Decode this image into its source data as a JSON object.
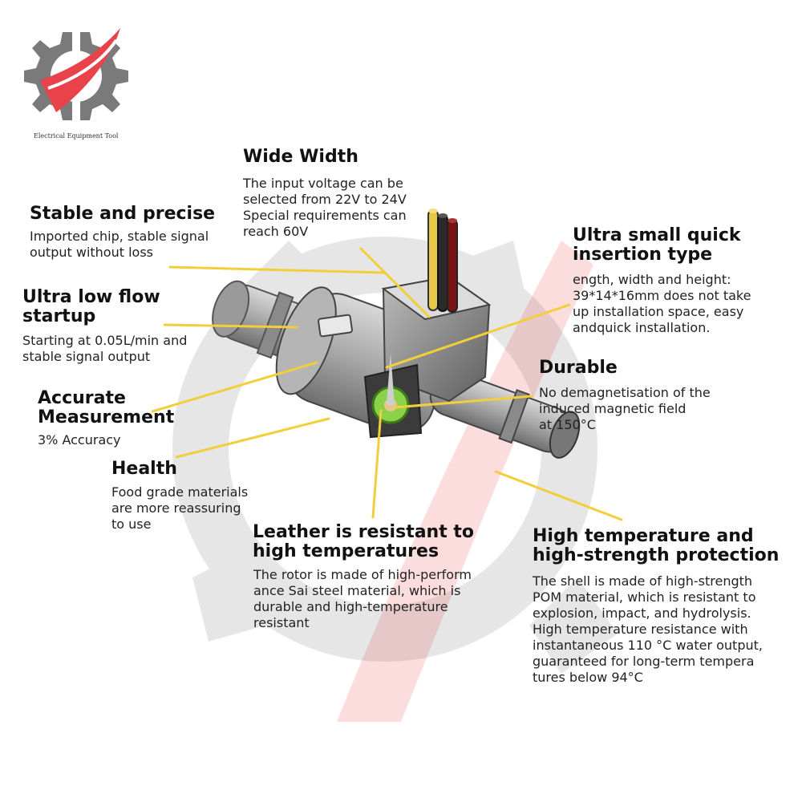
{
  "brand": {
    "logo_text": "Electrical Equipment Tool"
  },
  "features": [
    {
      "id": "wide-width",
      "title": "Wide Width",
      "desc": "The input voltage can be\nselected from 22V to 24V\nSpecial requirements can\nreach 60V"
    },
    {
      "id": "stable-precise",
      "title": "Stable and precise",
      "desc": "Imported chip, stable signal\noutput without loss"
    },
    {
      "id": "ultra-low-flow",
      "title": "Ultra low flow\nstartup",
      "desc": "Starting at 0.05L/min and\nstable signal output"
    },
    {
      "id": "accurate-measurement",
      "title": "Accurate\nMeasurement",
      "desc": "3% Accuracy"
    },
    {
      "id": "health",
      "title": "Health",
      "desc": "Food grade materials\nare more reassuring\nto use"
    },
    {
      "id": "leather-resistant",
      "title": "Leather is resistant to\nhigh temperatures",
      "desc": "The rotor is made of high-perform\nance Sai steel material, which is\ndurable and high-temperature\nresistant"
    },
    {
      "id": "ultra-small",
      "title": "Ultra small quick\ninsertion type",
      "desc": "ength, width and height:\n39*14*16mm does not take\nup installation space, easy\nandquick installation."
    },
    {
      "id": "durable",
      "title": "Durable",
      "desc": "No demagnetisation of the\ninduced magnetic field\nat 150°C"
    },
    {
      "id": "high-temp",
      "title": "High temperature and\nhigh-strength protection",
      "desc": "The shell is made of high-strength\nPOM material, which is resistant to\nexplosion, impact, and hydrolysis.\nHigh temperature resistance with\ninstantaneous 110 °C water output,\nguaranteed for long-term tempera\ntures below 94°C"
    }
  ],
  "colors": {
    "leader_line": "#f2cf3a",
    "accent_red": "#e8434a",
    "body_gray": "#8a8a8a",
    "rotor_green": "#8bd14a"
  }
}
